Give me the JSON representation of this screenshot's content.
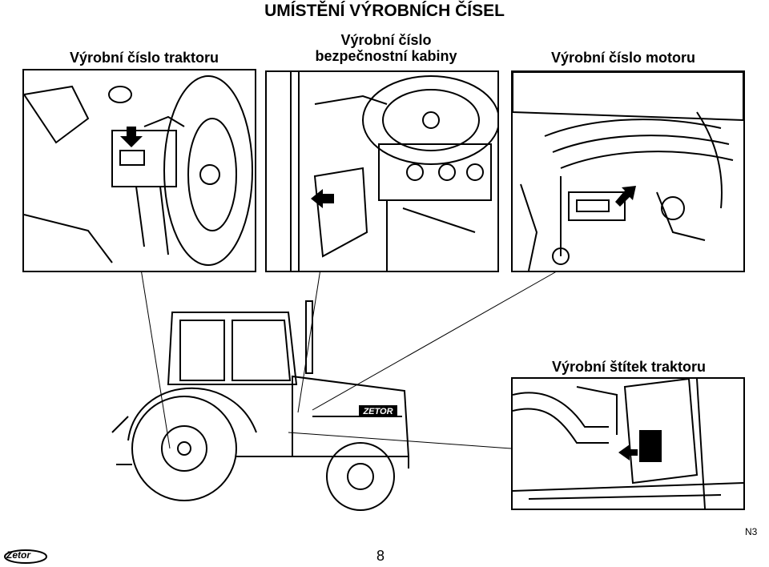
{
  "page": {
    "title": "UMÍSTĚNÍ VÝROBNÍCH ČÍSEL",
    "page_number": "8",
    "doc_code": "N3",
    "brand": "Zetor"
  },
  "captions": {
    "tractor_serial": "Výrobní číslo traktoru",
    "cab_serial_line1": "Výrobní číslo",
    "cab_serial_line2": "bezpečnostní kabiny",
    "engine_serial": "Výrobní číslo motoru",
    "type_plate": "Výrobní štítek traktoru"
  },
  "tractor": {
    "hood_badge": "ZETOR"
  }
}
